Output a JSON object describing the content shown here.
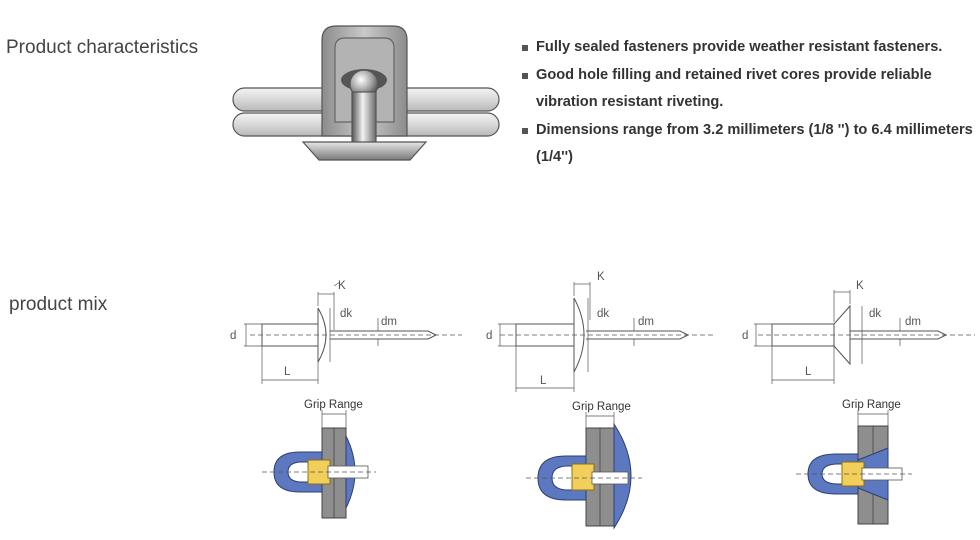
{
  "sections": {
    "characteristics_title": "Product characteristics",
    "mix_title": "product mix"
  },
  "features": [
    "Fully sealed fasteners provide weather resistant fasteners.",
    "Good hole filling and retained rivet cores provide reliable vibration resistant riveting.",
    "Dimensions range from 3.2 millimeters (1/8 '') to 6.4 millimeters (1/4'')"
  ],
  "dimension_labels": {
    "k": "K",
    "dk": "dk",
    "dm": "dm",
    "d": "d",
    "l": "L"
  },
  "grip_range_label": "Grip Range",
  "rivet_variants": [
    {
      "head": "dome"
    },
    {
      "head": "large-flange"
    },
    {
      "head": "countersunk"
    }
  ],
  "colors": {
    "rivet_body_blue": "#5b78c0",
    "mandrel_yellow": "#f2cf5a",
    "plate_gray": "#8e8e8e",
    "hero_gray": "#d4d4d4",
    "line": "#555555"
  }
}
